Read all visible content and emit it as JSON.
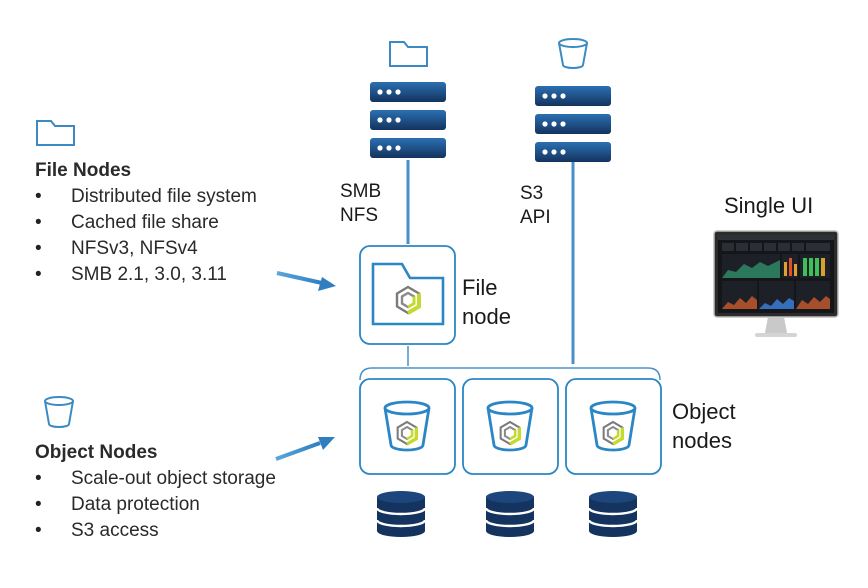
{
  "file_nodes": {
    "heading": "File Nodes",
    "items": [
      "Distributed file system",
      "Cached file share",
      "NFSv3, NFSv4",
      "SMB 2.1, 3.0, 3.11"
    ],
    "icon": "folder-icon"
  },
  "object_nodes": {
    "heading": "Object Nodes",
    "items": [
      "Scale-out object storage",
      "Data protection",
      "S3 access"
    ],
    "icon": "bucket-icon"
  },
  "protocols": {
    "smb_nfs": [
      "SMB",
      "NFS"
    ],
    "s3_api": [
      "S3",
      "API"
    ]
  },
  "file_node_label": [
    "File",
    "node"
  ],
  "object_nodes_label": [
    "Object",
    "nodes"
  ],
  "single_ui_label": "Single UI",
  "colors": {
    "navy": "#1c3b6b",
    "blue": "#3a8ac4",
    "line": "#4a90c8",
    "lime": "#c5d92e",
    "gray": "#6e6e6e"
  }
}
